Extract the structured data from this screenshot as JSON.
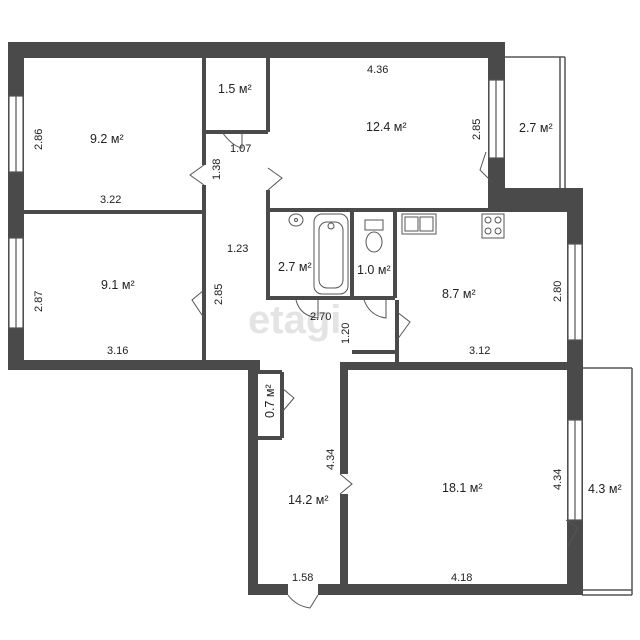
{
  "watermark": "etagi",
  "unit": "м²",
  "rooms": [
    {
      "id": "bedroom-top-left",
      "area": "9.2 м²",
      "width": "3.22",
      "depth": "2.86"
    },
    {
      "id": "bedroom-mid-left",
      "area": "9.1 м²",
      "width": "3.16",
      "depth": "2.87"
    },
    {
      "id": "closet-top",
      "area": "1.5 м²",
      "door_width": "1.07"
    },
    {
      "id": "room-top-center",
      "area": "12.4 м²",
      "width": "4.36",
      "depth": "2.85"
    },
    {
      "id": "balcony-top",
      "area": "2.7 м²"
    },
    {
      "id": "corridor",
      "width": "1.23",
      "length_a": "1.38",
      "length_b": "2.85"
    },
    {
      "id": "bathroom",
      "area": "2.7 м²",
      "width": "2.70"
    },
    {
      "id": "toilet",
      "area": "1.0 м²",
      "width": "1.20"
    },
    {
      "id": "kitchen",
      "area": "8.7 м²",
      "width": "3.12",
      "depth": "2.80"
    },
    {
      "id": "closet-small",
      "area": "0.7 м²"
    },
    {
      "id": "hall",
      "area": "14.2 м²",
      "length": "4.34",
      "width": "1.58"
    },
    {
      "id": "living-room",
      "area": "18.1 м²",
      "width": "4.18",
      "depth": "4.34"
    },
    {
      "id": "balcony-right",
      "area": "4.3 м²"
    }
  ]
}
